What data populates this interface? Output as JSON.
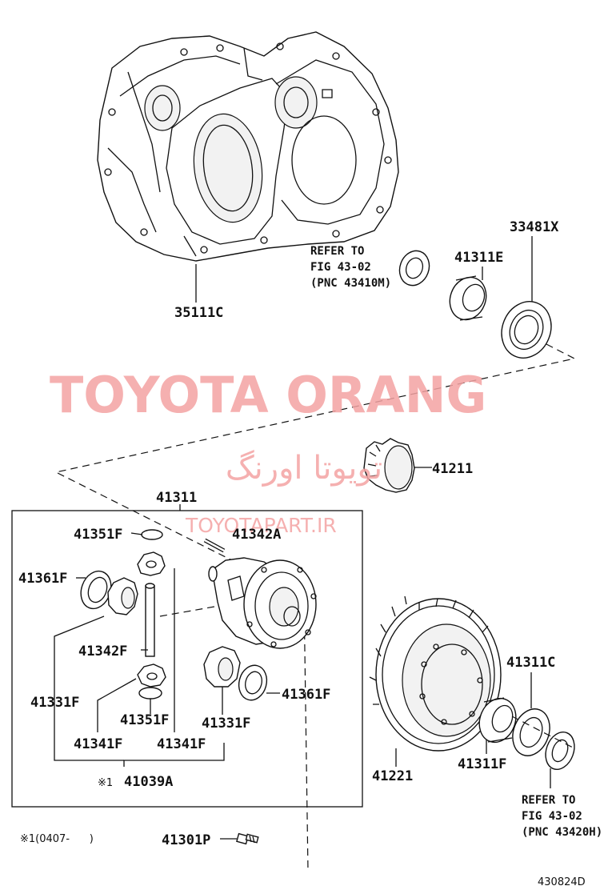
{
  "watermark": {
    "title": "TOYOTA ORANG",
    "persian": "تویوتا اورنگ",
    "url": "TOYOTAPART.IR"
  },
  "labels": {
    "case": "35111C",
    "ref_top_1": "REFER TO",
    "ref_top_2": "FIG 43-02",
    "ref_top_3": "(PNC 43410M)",
    "bearing_top": "41311E",
    "seal_top": "33481X",
    "gear_41211": "41211",
    "assembly": "41311",
    "washer_41351f_top": "41351F",
    "pin_41342a": "41342A",
    "washer_41361f_left": "41361F",
    "shaft_41342f": "41342F",
    "gear_41331f_left": "41331F",
    "washer_41351f_bottom": "41351F",
    "gear_41331f_right": "41331F",
    "washer_41361f_right": "41361F",
    "pinion_41341f_left": "41341F",
    "pinion_41341f_right": "41341F",
    "kit_mark": "※1",
    "kit": "41039A",
    "bearing_41311c": "41311C",
    "bearing_41311f": "41311F",
    "ring_gear": "41221",
    "ref_bottom_1": "REFER TO",
    "ref_bottom_2": "FIG 43-02",
    "ref_bottom_3": "(PNC 43420H)",
    "footnote": "※1(0407-      )",
    "bolt": "41301P",
    "figure_id": "430824D"
  }
}
